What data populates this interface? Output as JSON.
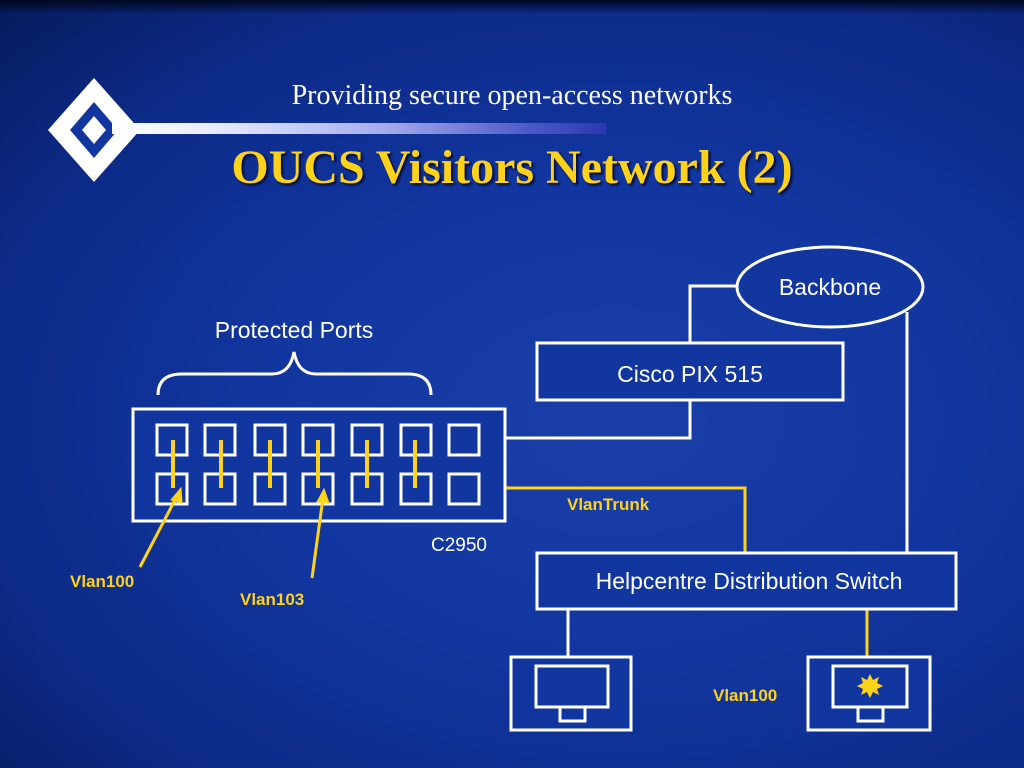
{
  "slide": {
    "subtitle": "Providing secure open-access networks",
    "title": "OUCS Visitors Network (2)"
  },
  "diagram": {
    "backbone": "Backbone",
    "firewall": "Cisco PIX 515",
    "distribution_switch": "Helpcentre Distribution Switch",
    "access_switch": "C2950",
    "protected_ports": "Protected Ports",
    "trunk": "VlanTrunk",
    "vlan_left": "Vlan100",
    "vlan_middle": "Vlan103",
    "vlan_pc": "Vlan100"
  },
  "colors": {
    "background": "#1236a0",
    "accent": "#ffd21a",
    "line": "#ffffff"
  }
}
